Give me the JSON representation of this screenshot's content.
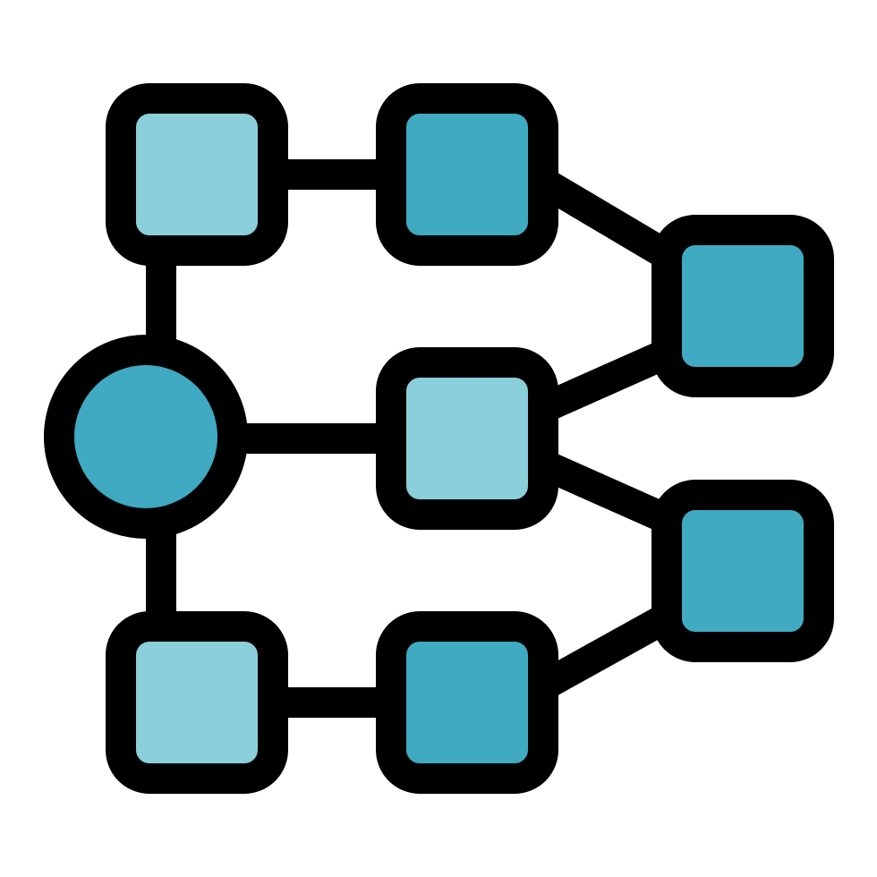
{
  "icon": {
    "name": "hierarchy-network-icon",
    "colors": {
      "outline": "#000000",
      "fill_light": "#8ACFDA",
      "fill_dark": "#3FAAC2",
      "background": "#FFFFFF"
    },
    "nodes": [
      {
        "id": "root-circle",
        "shape": "circle",
        "fill": "dark"
      },
      {
        "id": "top-left-square",
        "shape": "square",
        "fill": "light"
      },
      {
        "id": "top-middle-square",
        "shape": "square",
        "fill": "dark"
      },
      {
        "id": "center-middle-square",
        "shape": "square",
        "fill": "light"
      },
      {
        "id": "bottom-left-square",
        "shape": "square",
        "fill": "light"
      },
      {
        "id": "bottom-middle-square",
        "shape": "square",
        "fill": "dark"
      },
      {
        "id": "upper-right-square",
        "shape": "square",
        "fill": "dark"
      },
      {
        "id": "lower-right-square",
        "shape": "square",
        "fill": "dark"
      }
    ]
  }
}
